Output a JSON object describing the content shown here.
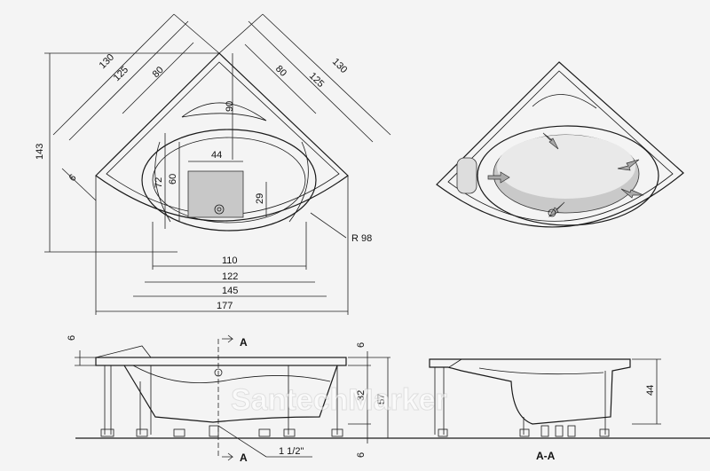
{
  "plan_view": {
    "diagonal_dims_left": [
      "130",
      "125",
      "80"
    ],
    "diagonal_dims_right": [
      "80",
      "125",
      "130"
    ],
    "height_dim": "143",
    "depth_90": "90",
    "depth_72": "72",
    "depth_60": "60",
    "width_44": "44",
    "height_29": "29",
    "rim_6": "6",
    "radius": "R 98",
    "widths": [
      "110",
      "122",
      "145",
      "177"
    ]
  },
  "side_view": {
    "top_6": "6",
    "height_32": "32",
    "height_57": "57",
    "bottom_6": "6",
    "section_marker": "A",
    "drain_size": "1 1/2\""
  },
  "section_view": {
    "height_44": "44",
    "title": "A-A"
  },
  "watermark": "SantechMarker"
}
